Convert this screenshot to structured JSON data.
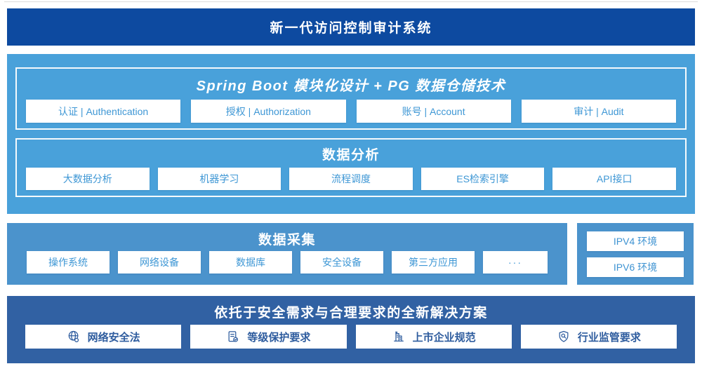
{
  "banner": {
    "title": "新一代访问控制审计系统"
  },
  "platform": {
    "title": "Spring Boot 模块化设计 + PG 数据仓储技术",
    "modules": [
      "认证 | Authentication",
      "授权 | Authorization",
      "账号 | Account",
      "审计 | Audit"
    ],
    "analysis": {
      "title": "数据分析",
      "items": [
        "大数据分析",
        "机器学习",
        "流程调度",
        "ES检索引擎",
        "API接口"
      ]
    }
  },
  "collection": {
    "title": "数据采集",
    "items": [
      "操作系统",
      "网络设备",
      "数据库",
      "安全设备",
      "第三方应用",
      "···"
    ]
  },
  "environments": {
    "items": [
      "IPV4 环境",
      "IPV6 环境"
    ]
  },
  "solution": {
    "title": "依托于安全需求与合理要求的全新解决方案",
    "items": [
      {
        "icon": "globe-icon",
        "label": "网络安全法"
      },
      {
        "icon": "document-check-icon",
        "label": "等级保护要求"
      },
      {
        "icon": "buildings-icon",
        "label": "上市企业规范"
      },
      {
        "icon": "shield-search-icon",
        "label": "行业监管要求"
      }
    ]
  },
  "colors": {
    "banner_bg": "#0d4aa0",
    "platform_bg": "#49a1da",
    "collection_bg": "#4b93cc",
    "solution_bg": "#3161a3",
    "box_text_light": "#3e97d5",
    "box_text_dark": "#2e5c9e",
    "white": "#ffffff"
  }
}
